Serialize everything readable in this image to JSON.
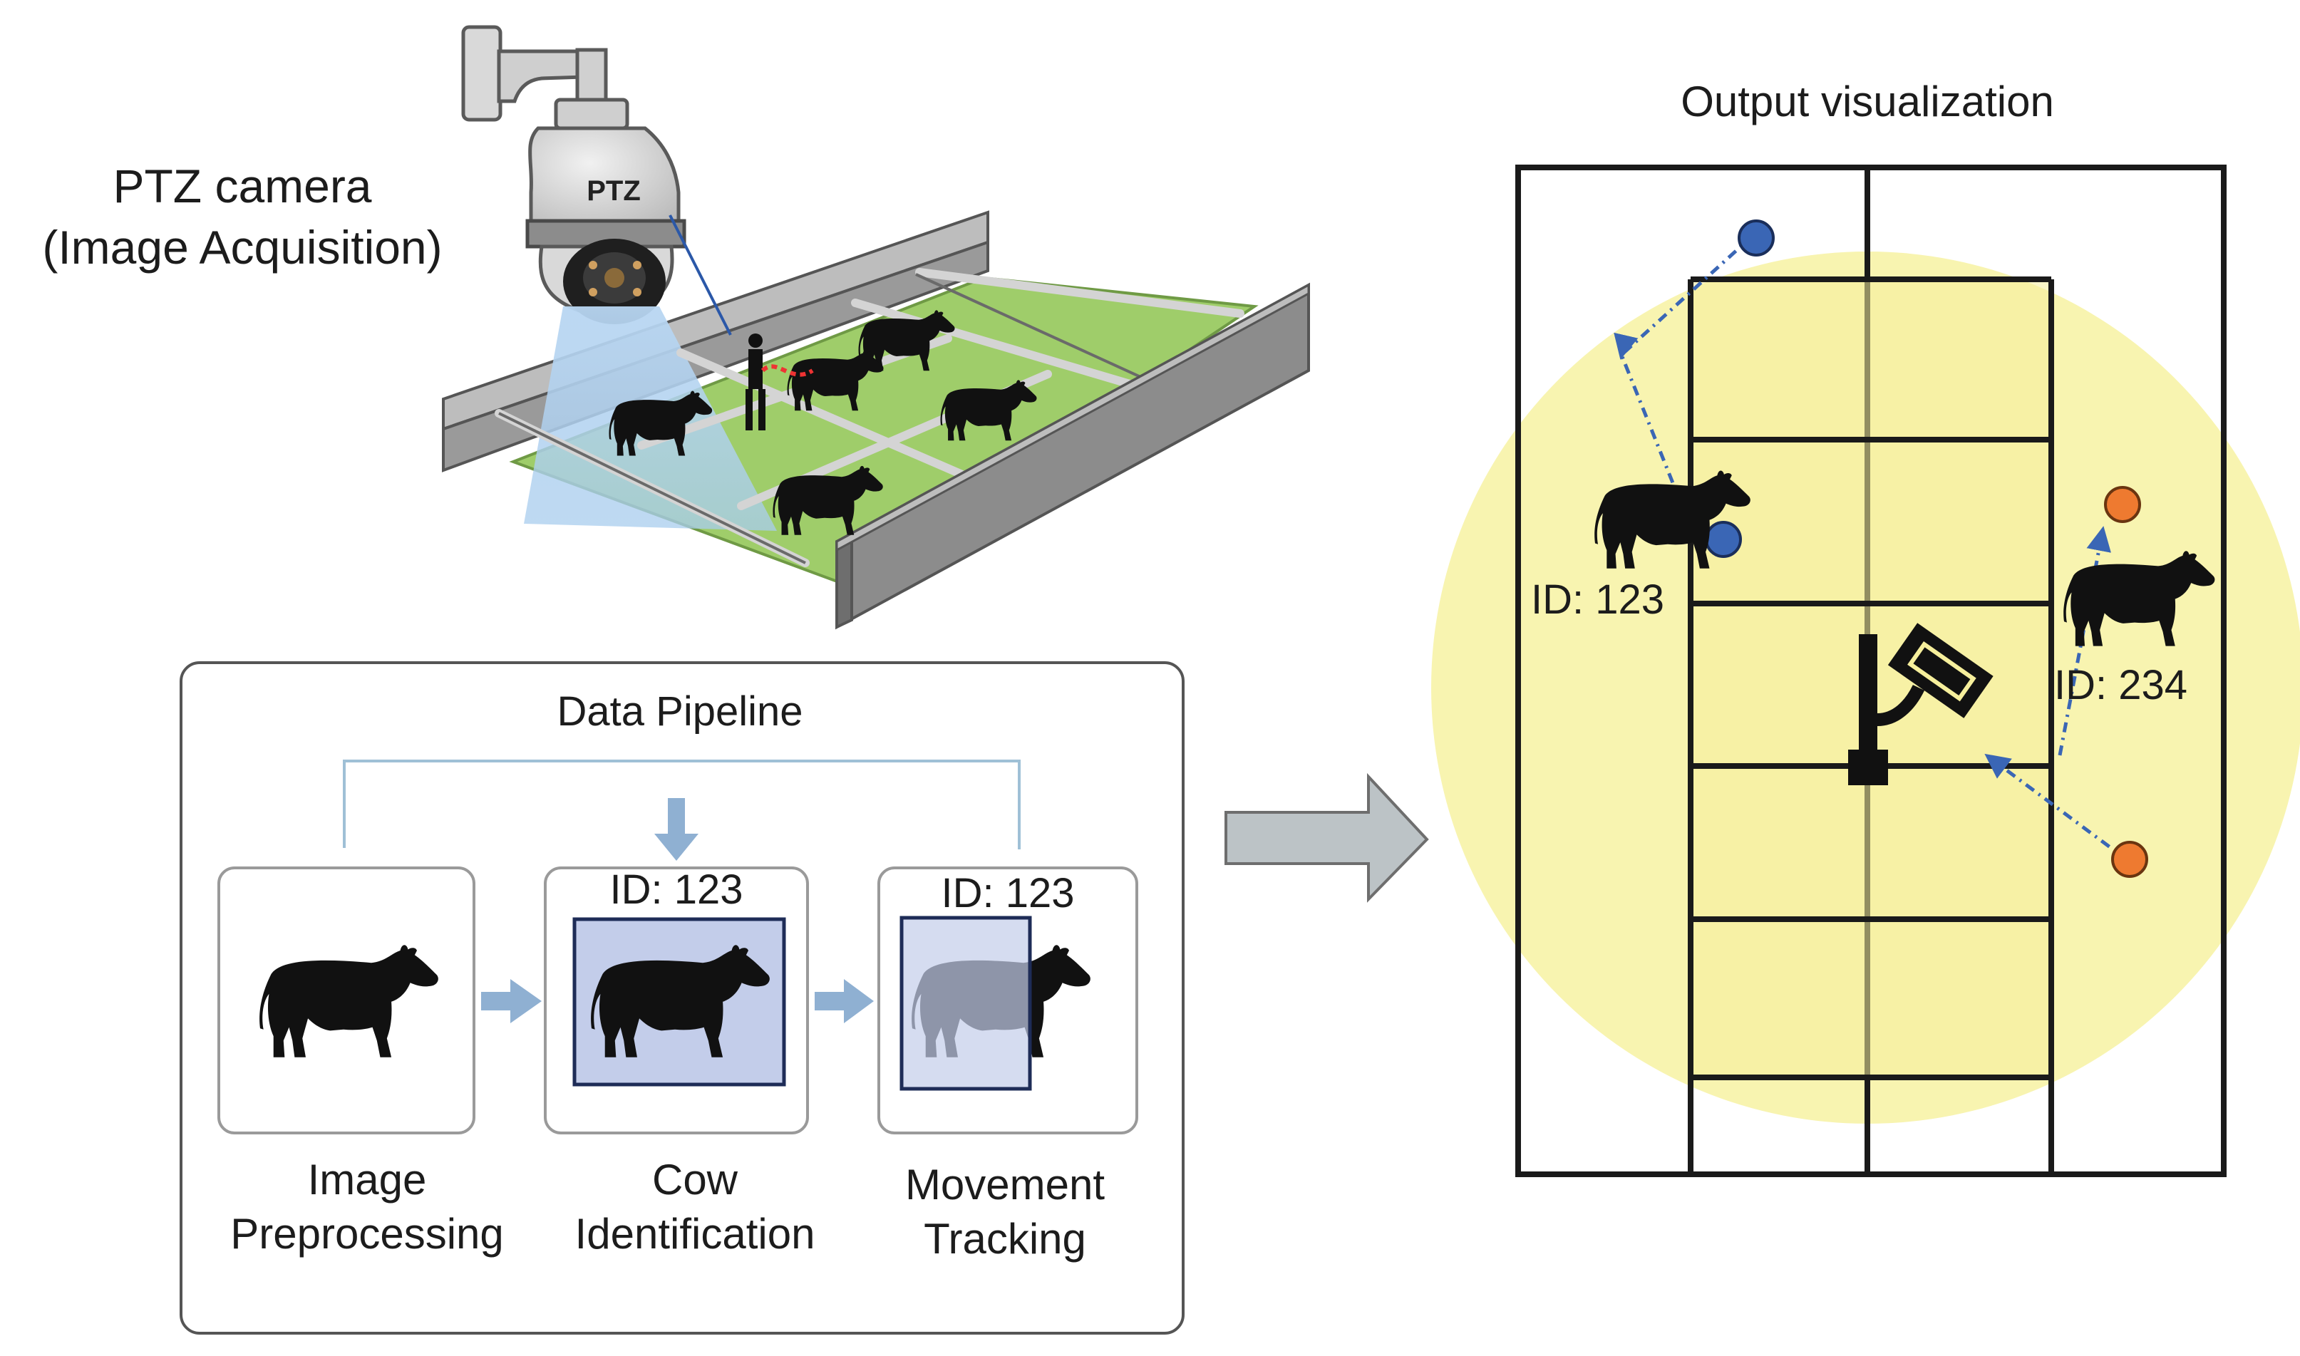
{
  "camera": {
    "title_line1": "PTZ camera",
    "title_line2": "(Image Acquisition)",
    "badge": "PTZ"
  },
  "pipeline": {
    "title": "Data Pipeline",
    "steps": [
      {
        "line1": "Image",
        "line2": "Preprocessing",
        "id_label": ""
      },
      {
        "line1": "Cow",
        "line2": "Identification",
        "id_label": "ID: 123"
      },
      {
        "line1": "Movement",
        "line2": "Tracking",
        "id_label": "ID: 123"
      }
    ]
  },
  "output": {
    "title": "Output visualization",
    "cow_a_label": "ID: 123",
    "cow_b_label": "ID: 234",
    "colors": {
      "track_blue": "#3a66b5",
      "track_orange": "#ee7a30",
      "coverage_yellow": "#f8f4b0",
      "grid": "#1a1a1a"
    }
  },
  "colors": {
    "bbox_fill": "#c3cdea",
    "bbox_stroke": "#1e2c57",
    "arrow_blue": "#8fb0d2",
    "big_arrow": "#bcc3c6",
    "pen_green": "#9fcd6a",
    "wall_grey": "#8c8c8c"
  }
}
